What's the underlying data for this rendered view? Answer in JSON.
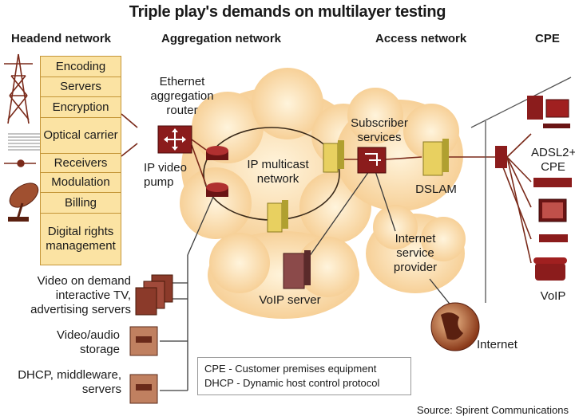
{
  "title": "Triple play's demands on multilayer testing",
  "columns": {
    "headend": "Headend network",
    "aggregation": "Aggregation network",
    "access": "Access network",
    "cpe": "CPE"
  },
  "headend_boxes": [
    "Encoding",
    "Servers",
    "Encryption",
    "Optical carrier",
    "Receivers",
    "Modulation",
    "Billing",
    "Digital rights management"
  ],
  "labels": {
    "ethernet_router": "Ethernet aggregation router",
    "ip_video_pump": "IP video pump",
    "ip_multicast": "IP multicast network",
    "subscriber_services": "Subscriber services",
    "dslam": "DSLAM",
    "isp": "Internet service provider",
    "voip_server": "VoIP server",
    "internet": "Internet",
    "adsl_cpe": "ADSL2+ CPE",
    "voip": "VoIP",
    "vod": "Video on demand interactive TV, advertising servers",
    "storage": "Video/audio storage",
    "dhcp": "DHCP, middleware, servers"
  },
  "legend": [
    "CPE - Customer premises equipment",
    "DHCP - Dynamic host control protocol"
  ],
  "source": "Source: Spirent Communications",
  "colors": {
    "box_fill": "#fbe3a3",
    "line": "#7a2a1a",
    "equipment": "#8b1c1c",
    "cloud": "#f9dfb0"
  }
}
